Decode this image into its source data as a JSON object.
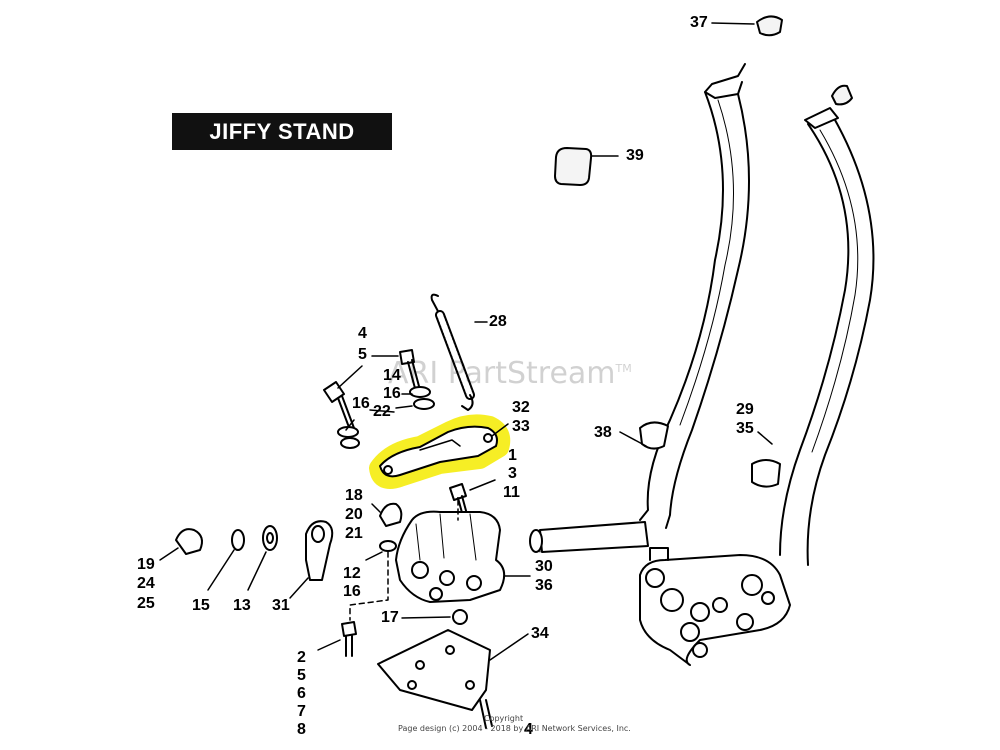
{
  "title": "JIFFY STAND",
  "watermark": "ARI PartStream",
  "watermark_mark": "TM",
  "footer": {
    "top": "Copyright",
    "bottom": "Page design (c) 2004 - 2018 by ARI Network Services, Inc."
  },
  "highlight_color": "#ffff33",
  "callouts": {
    "p37": "37",
    "p39": "39",
    "p28": "28",
    "p4a": "4",
    "p5": "5",
    "p14": "14",
    "p16a": "16",
    "p22": "22",
    "p16b": "16",
    "p32": "32",
    "p33": "33",
    "p38": "38",
    "p29": "29",
    "p35": "35",
    "p1": "1",
    "p3": "3",
    "p11": "11",
    "p18": "18",
    "p20": "20",
    "p21": "21",
    "p19": "19",
    "p24": "24",
    "p25": "25",
    "p15": "15",
    "p13": "13",
    "p31": "31",
    "p12": "12",
    "p16c": "16",
    "p30": "30",
    "p36": "36",
    "p17": "17",
    "p34": "34",
    "p2": "2",
    "p5b": "5",
    "p6": "6",
    "p7": "7",
    "p8": "8",
    "p4b": "4"
  }
}
